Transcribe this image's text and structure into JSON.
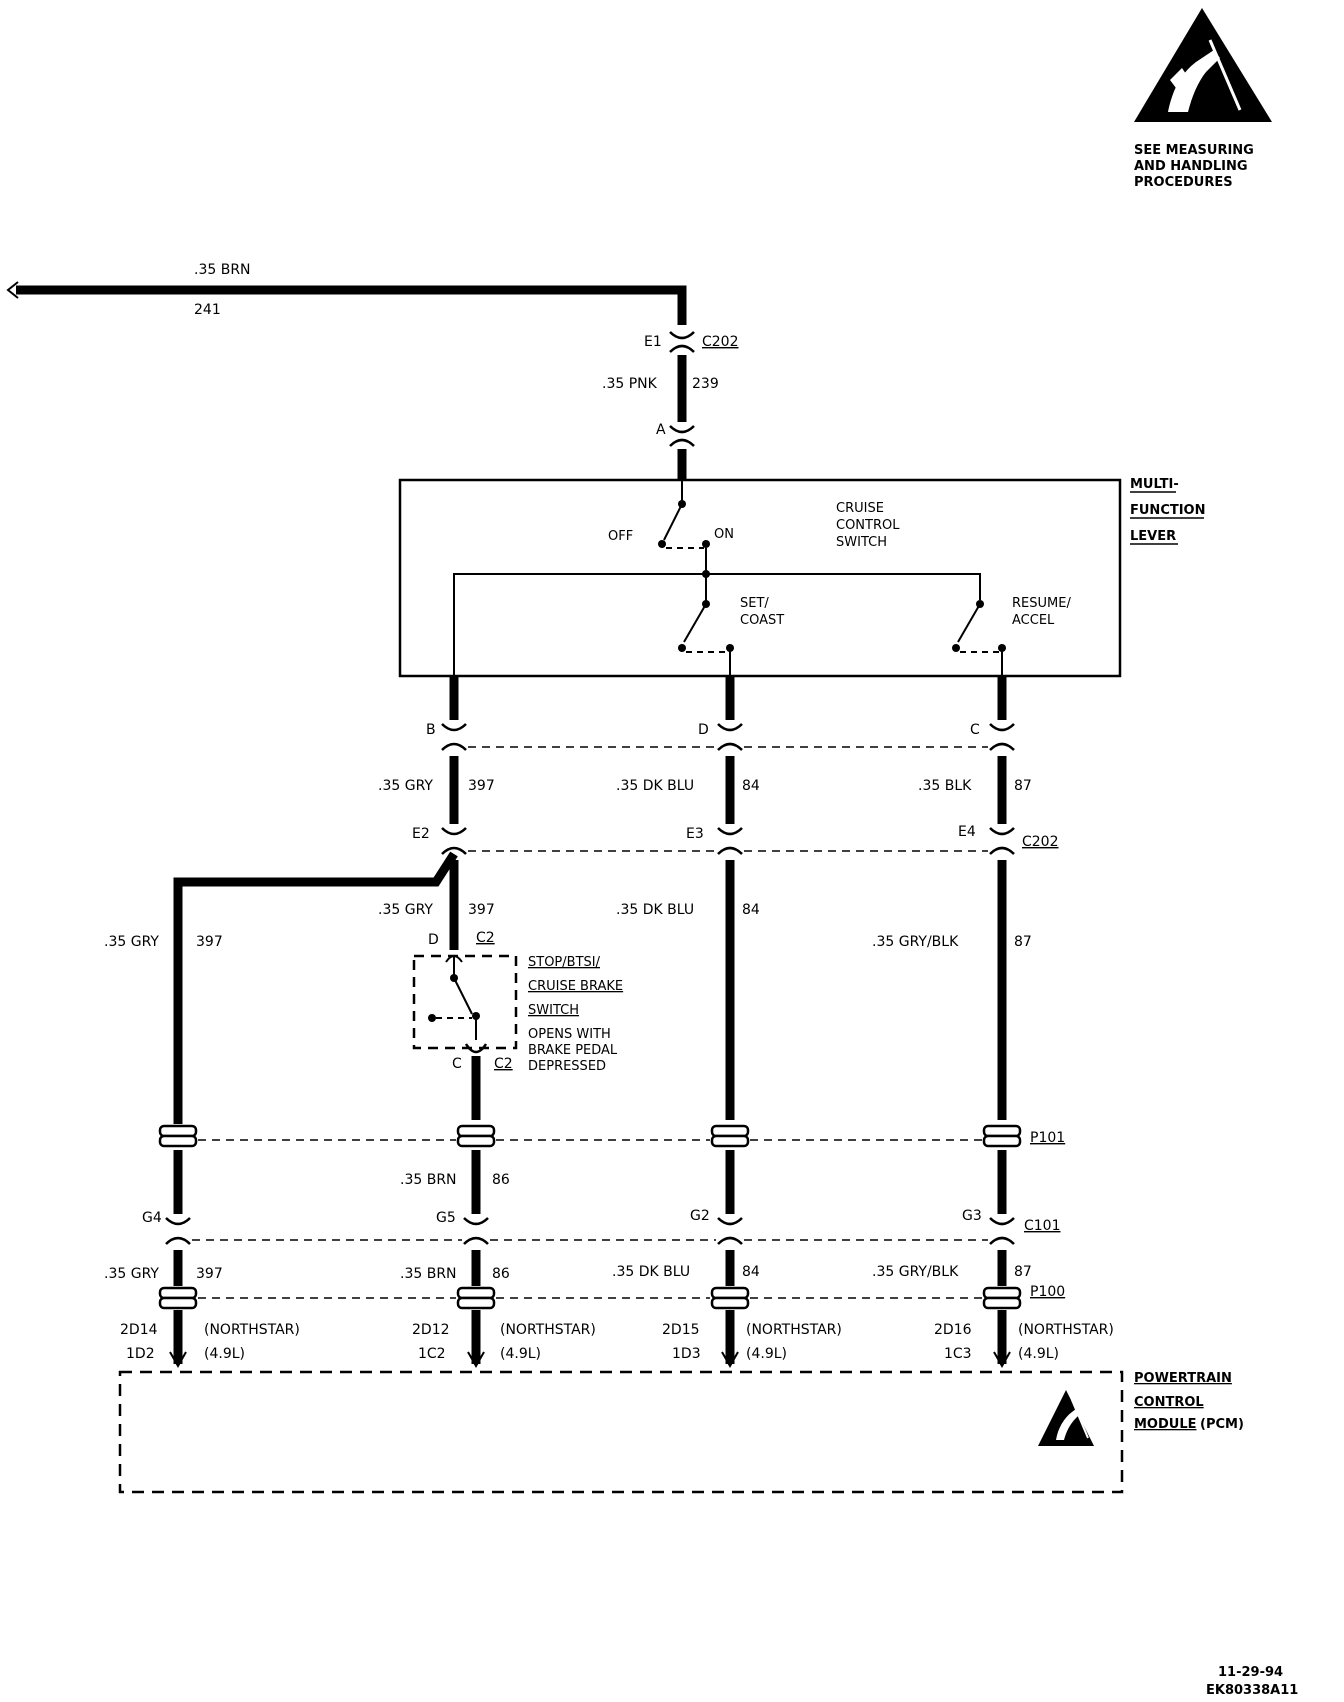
{
  "esd_warning": {
    "lines": [
      "SEE MEASURING",
      "AND HANDLING",
      "PROCEDURES"
    ]
  },
  "footer": {
    "date": "11-29-94",
    "code": "EK80338A11"
  },
  "top_feed": {
    "wire_color": ".35 BRN",
    "circuit": "241"
  },
  "connector_c202_top": {
    "pin": "E1",
    "name": "C202"
  },
  "feed_to_lever": {
    "wire_color": ".35 PNK",
    "circuit": "239",
    "pin": "A"
  },
  "multifunction_lever": {
    "label_lines": [
      "MULTI-",
      "FUNCTION",
      "LEVER"
    ],
    "cruise_switch_lines": [
      "CRUISE",
      "CONTROL",
      "SWITCH"
    ],
    "off": "OFF",
    "on": "ON",
    "set_coast_lines": [
      "SET/",
      "COAST"
    ],
    "resume_accel_lines": [
      "RESUME/",
      "ACCEL"
    ]
  },
  "lever_pins": {
    "b": "B",
    "d": "D",
    "c": "C"
  },
  "upper_wires": [
    {
      "wire_color": ".35 GRY",
      "circuit": "397"
    },
    {
      "wire_color": ".35 DK BLU",
      "circuit": "84"
    },
    {
      "wire_color": ".35 BLK",
      "circuit": "87"
    }
  ],
  "connector_c202_mid": {
    "pins": [
      "E2",
      "E3",
      "E4"
    ],
    "name": "C202"
  },
  "mid_wires": [
    {
      "wire_color": ".35 GRY",
      "circuit": "397"
    },
    {
      "wire_color": ".35 GRY",
      "circuit": "397"
    },
    {
      "wire_color": ".35 DK BLU",
      "circuit": "84"
    },
    {
      "wire_color": ".35 GRY/BLK",
      "circuit": "87"
    }
  ],
  "brake_switch": {
    "pin_top": "D",
    "conn_top": "C2",
    "label_lines": [
      "STOP/BTSI/",
      "CRUISE BRAKE",
      "SWITCH"
    ],
    "note_lines": [
      "OPENS WITH",
      "BRAKE PEDAL",
      "DEPRESSED"
    ],
    "pin_bottom": "C",
    "conn_bottom": "C2"
  },
  "connector_p101": "P101",
  "brn_wire_a": {
    "wire_color": ".35 BRN",
    "circuit": "86"
  },
  "connector_c101": {
    "pins": [
      "G4",
      "G5",
      "G2",
      "G3"
    ],
    "name": "C101"
  },
  "lower_wires": [
    {
      "wire_color": ".35 GRY",
      "circuit": "397"
    },
    {
      "wire_color": ".35 BRN",
      "circuit": "86"
    },
    {
      "wire_color": ".35 DK BLU",
      "circuit": "84"
    },
    {
      "wire_color": ".35 GRY/BLK",
      "circuit": "87"
    }
  ],
  "connector_p100": "P100",
  "pcm_pins": [
    {
      "northstar_pin": "2D14",
      "l49_pin": "1D2",
      "northstar": "(NORTHSTAR)",
      "l49": "(4.9L)"
    },
    {
      "northstar_pin": "2D12",
      "l49_pin": "1C2",
      "northstar": "(NORTHSTAR)",
      "l49": "(4.9L)"
    },
    {
      "northstar_pin": "2D15",
      "l49_pin": "1D3",
      "northstar": "(NORTHSTAR)",
      "l49": "(4.9L)"
    },
    {
      "northstar_pin": "2D16",
      "l49_pin": "1C3",
      "northstar": "(NORTHSTAR)",
      "l49": "(4.9L)"
    }
  ],
  "pcm": {
    "label_lines": [
      "POWERTRAIN",
      "CONTROL",
      "MODULE"
    ],
    "abbrev": "(PCM)"
  }
}
